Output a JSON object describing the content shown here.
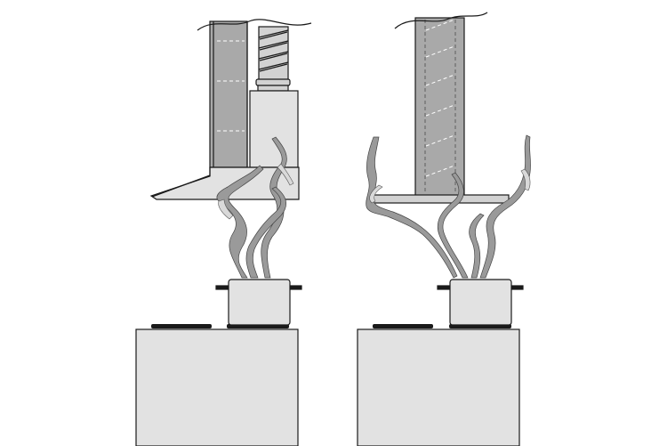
{
  "diagram": {
    "panels": [
      {
        "id": "wall-mounted",
        "smoke_plumes": 3
      },
      {
        "id": "island",
        "smoke_plumes": 4
      }
    ],
    "colors": {
      "outline": "#1a1a1a",
      "light_fill": "#e2e2e2",
      "mid_fill": "#d2d2d2",
      "dark_fill": "#a9a9a9",
      "smoke": "#9a9a9a"
    }
  }
}
